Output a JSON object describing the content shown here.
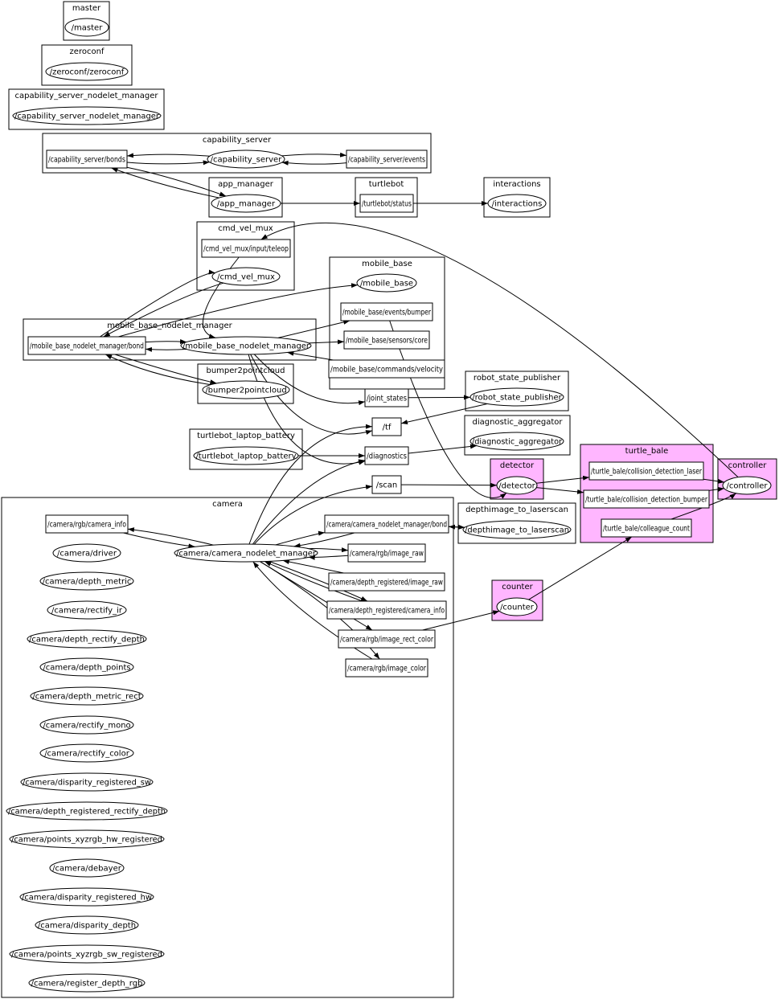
{
  "clusters": [
    {
      "id": "master",
      "label": "master",
      "highlight": false
    },
    {
      "id": "zeroconf",
      "label": "zeroconf",
      "highlight": false
    },
    {
      "id": "capability_server_nodelet_manager",
      "label": "capability_server_nodelet_manager",
      "highlight": false
    },
    {
      "id": "capability_server",
      "label": "capability_server",
      "highlight": false
    },
    {
      "id": "app_manager",
      "label": "app_manager",
      "highlight": false
    },
    {
      "id": "turtlebot",
      "label": "turtlebot",
      "highlight": false
    },
    {
      "id": "interactions",
      "label": "interactions",
      "highlight": false
    },
    {
      "id": "cmd_vel_mux",
      "label": "cmd_vel_mux",
      "highlight": false
    },
    {
      "id": "mobile_base",
      "label": "mobile_base",
      "highlight": false
    },
    {
      "id": "mobile_base_nodelet_manager",
      "label": "mobile_base_nodelet_manager",
      "highlight": false
    },
    {
      "id": "bumper2pointcloud",
      "label": "bumper2pointcloud",
      "highlight": false
    },
    {
      "id": "robot_state_publisher",
      "label": "robot_state_publisher",
      "highlight": false
    },
    {
      "id": "diagnostic_aggregator",
      "label": "diagnostic_aggregator",
      "highlight": false
    },
    {
      "id": "turtlebot_laptop_battery",
      "label": "turtlebot_laptop_battery",
      "highlight": false
    },
    {
      "id": "turtle_bale",
      "label": "turtle_bale",
      "highlight": true
    },
    {
      "id": "controller",
      "label": "controller",
      "highlight": true
    },
    {
      "id": "detector",
      "label": "detector",
      "highlight": true
    },
    {
      "id": "camera",
      "label": "camera",
      "highlight": false
    },
    {
      "id": "depthimage_to_laserscan",
      "label": "depthimage_to_laserscan",
      "highlight": false
    },
    {
      "id": "counter",
      "label": "counter",
      "highlight": true
    }
  ],
  "nodes": [
    {
      "id": "master",
      "label": "/master",
      "shape": "ellipse"
    },
    {
      "id": "zeroconf",
      "label": "/zeroconf/zeroconf",
      "shape": "ellipse"
    },
    {
      "id": "csnm",
      "label": "/capability_server_nodelet_manager",
      "shape": "ellipse"
    },
    {
      "id": "cs_bonds",
      "label": "/capability_server/bonds",
      "shape": "box"
    },
    {
      "id": "cs",
      "label": "/capability_server",
      "shape": "ellipse"
    },
    {
      "id": "cs_events",
      "label": "/capability_server/events",
      "shape": "box"
    },
    {
      "id": "app_manager",
      "label": "/app_manager",
      "shape": "ellipse"
    },
    {
      "id": "tb_status",
      "label": "/turtlebot/status",
      "shape": "box"
    },
    {
      "id": "interactions",
      "label": "/interactions",
      "shape": "ellipse"
    },
    {
      "id": "cvm_teleop",
      "label": "/cmd_vel_mux/input/teleop",
      "shape": "box"
    },
    {
      "id": "cvm",
      "label": "/cmd_vel_mux",
      "shape": "ellipse"
    },
    {
      "id": "mobile_base",
      "label": "/mobile_base",
      "shape": "ellipse"
    },
    {
      "id": "mb_bumper",
      "label": "/mobile_base/events/bumper",
      "shape": "box"
    },
    {
      "id": "mb_core",
      "label": "/mobile_base/sensors/core",
      "shape": "box"
    },
    {
      "id": "mb_vel",
      "label": "/mobile_base/commands/velocity",
      "shape": "box"
    },
    {
      "id": "mbnm_bond",
      "label": "/mobile_base_nodelet_manager/bond",
      "shape": "box"
    },
    {
      "id": "mbnm",
      "label": "/mobile_base_nodelet_manager",
      "shape": "ellipse"
    },
    {
      "id": "b2pc",
      "label": "/bumper2pointcloud",
      "shape": "ellipse"
    },
    {
      "id": "joint_states",
      "label": "/joint_states",
      "shape": "box"
    },
    {
      "id": "rsp",
      "label": "/robot_state_publisher",
      "shape": "ellipse"
    },
    {
      "id": "tf",
      "label": "/tf",
      "shape": "box"
    },
    {
      "id": "diag_agg",
      "label": "/diagnostic_aggregator",
      "shape": "ellipse"
    },
    {
      "id": "tlb",
      "label": "/turtlebot_laptop_battery",
      "shape": "ellipse"
    },
    {
      "id": "diagnostics",
      "label": "/diagnostics",
      "shape": "box"
    },
    {
      "id": "scan",
      "label": "/scan",
      "shape": "box"
    },
    {
      "id": "tb_cdl",
      "label": "/turtle_bale/collision_detection_laser",
      "shape": "box"
    },
    {
      "id": "tb_cdb",
      "label": "/turtle_bale/collision_detection_bumper",
      "shape": "box"
    },
    {
      "id": "tb_cc",
      "label": "/turtle_bale/colleague_count",
      "shape": "box"
    },
    {
      "id": "controller",
      "label": "/controller",
      "shape": "ellipse"
    },
    {
      "id": "detector",
      "label": "/detector",
      "shape": "ellipse"
    },
    {
      "id": "d2l",
      "label": "/depthimage_to_laserscan",
      "shape": "ellipse"
    },
    {
      "id": "counter",
      "label": "/counter",
      "shape": "ellipse"
    },
    {
      "id": "cam_info",
      "label": "/camera/rgb/camera_info",
      "shape": "box"
    },
    {
      "id": "cam_cnm_bond",
      "label": "/camera/camera_nodelet_manager/bond",
      "shape": "box"
    },
    {
      "id": "cam_cnm",
      "label": "/camera/camera_nodelet_manager",
      "shape": "ellipse"
    },
    {
      "id": "cam_raw",
      "label": "/camera/rgb/image_raw",
      "shape": "box"
    },
    {
      "id": "cam_dr_raw",
      "label": "/camera/depth_registered/image_raw",
      "shape": "box"
    },
    {
      "id": "cam_dr_info",
      "label": "/camera/depth_registered/camera_info",
      "shape": "box"
    },
    {
      "id": "cam_rect_color",
      "label": "/camera/rgb/image_rect_color",
      "shape": "box"
    },
    {
      "id": "cam_color",
      "label": "/camera/rgb/image_color",
      "shape": "box"
    },
    {
      "id": "cam_driver",
      "label": "/camera/driver",
      "shape": "ellipse"
    },
    {
      "id": "cam_depth_metric",
      "label": "/camera/depth_metric",
      "shape": "ellipse"
    },
    {
      "id": "cam_rectify_ir",
      "label": "/camera/rectify_ir",
      "shape": "ellipse"
    },
    {
      "id": "cam_depth_rectify_depth",
      "label": "/camera/depth_rectify_depth",
      "shape": "ellipse"
    },
    {
      "id": "cam_depth_points",
      "label": "/camera/depth_points",
      "shape": "ellipse"
    },
    {
      "id": "cam_depth_metric_rect",
      "label": "/camera/depth_metric_rect",
      "shape": "ellipse"
    },
    {
      "id": "cam_rectify_mono",
      "label": "/camera/rectify_mono",
      "shape": "ellipse"
    },
    {
      "id": "cam_rectify_color",
      "label": "/camera/rectify_color",
      "shape": "ellipse"
    },
    {
      "id": "cam_disp_reg_sw",
      "label": "/camera/disparity_registered_sw",
      "shape": "ellipse"
    },
    {
      "id": "cam_dr_rectify_depth",
      "label": "/camera/depth_registered_rectify_depth",
      "shape": "ellipse"
    },
    {
      "id": "cam_pts_hw",
      "label": "/camera/points_xyzrgb_hw_registered",
      "shape": "ellipse"
    },
    {
      "id": "cam_debayer",
      "label": "/camera/debayer",
      "shape": "ellipse"
    },
    {
      "id": "cam_disp_reg_hw",
      "label": "/camera/disparity_registered_hw",
      "shape": "ellipse"
    },
    {
      "id": "cam_disp_depth",
      "label": "/camera/disparity_depth",
      "shape": "ellipse"
    },
    {
      "id": "cam_pts_sw",
      "label": "/camera/points_xyzrgb_sw_registered",
      "shape": "ellipse"
    },
    {
      "id": "cam_reg_depth_rgb",
      "label": "/camera/register_depth_rgb",
      "shape": "ellipse"
    }
  ],
  "edges": [
    {
      "from": "cs",
      "to": "cs_bonds"
    },
    {
      "from": "cs_bonds",
      "to": "cs"
    },
    {
      "from": "cs",
      "to": "cs_events"
    },
    {
      "from": "cs_events",
      "to": "cs"
    },
    {
      "from": "cs_bonds",
      "to": "app_manager"
    },
    {
      "from": "app_manager",
      "to": "cs_bonds"
    },
    {
      "from": "app_manager",
      "to": "tb_status"
    },
    {
      "from": "tb_status",
      "to": "interactions"
    },
    {
      "from": "controller",
      "to": "cvm_teleop"
    },
    {
      "from": "cvm_teleop",
      "to": "mbnm"
    },
    {
      "from": "mbnm_bond",
      "to": "cvm"
    },
    {
      "from": "cvm",
      "to": "mbnm_bond"
    },
    {
      "from": "mbnm_bond",
      "to": "mobile_base"
    },
    {
      "from": "mbnm",
      "to": "mbnm_bond"
    },
    {
      "from": "mbnm_bond",
      "to": "mbnm"
    },
    {
      "from": "mbnm",
      "to": "mb_bumper"
    },
    {
      "from": "mbnm",
      "to": "mb_core"
    },
    {
      "from": "mb_vel",
      "to": "mbnm"
    },
    {
      "from": "mbnm_bond",
      "to": "b2pc"
    },
    {
      "from": "b2pc",
      "to": "mbnm_bond"
    },
    {
      "from": "mbnm",
      "to": "joint_states"
    },
    {
      "from": "mbnm",
      "to": "tf"
    },
    {
      "from": "mbnm",
      "to": "diagnostics"
    },
    {
      "from": "joint_states",
      "to": "rsp"
    },
    {
      "from": "rsp",
      "to": "tf"
    },
    {
      "from": "diagnostics",
      "to": "diag_agg"
    },
    {
      "from": "tlb",
      "to": "diagnostics"
    },
    {
      "from": "mb_bumper",
      "to": "detector"
    },
    {
      "from": "scan",
      "to": "detector"
    },
    {
      "from": "detector",
      "to": "tb_cdl"
    },
    {
      "from": "detector",
      "to": "tb_cdb"
    },
    {
      "from": "tb_cdl",
      "to": "controller"
    },
    {
      "from": "tb_cdb",
      "to": "controller"
    },
    {
      "from": "tb_cc",
      "to": "controller"
    },
    {
      "from": "counter",
      "to": "tb_cc"
    },
    {
      "from": "cam_cnm",
      "to": "cam_info"
    },
    {
      "from": "cam_info",
      "to": "cam_cnm"
    },
    {
      "from": "cam_cnm",
      "to": "cam_cnm_bond"
    },
    {
      "from": "cam_cnm_bond",
      "to": "cam_cnm"
    },
    {
      "from": "cam_cnm_bond",
      "to": "d2l"
    },
    {
      "from": "d2l",
      "to": "cam_cnm_bond"
    },
    {
      "from": "cam_cnm",
      "to": "cam_raw"
    },
    {
      "from": "cam_raw",
      "to": "cam_cnm"
    },
    {
      "from": "cam_dr_raw",
      "to": "cam_cnm"
    },
    {
      "from": "cam_cnm",
      "to": "cam_dr_info"
    },
    {
      "from": "cam_dr_info",
      "to": "cam_cnm"
    },
    {
      "from": "cam_cnm",
      "to": "cam_rect_color"
    },
    {
      "from": "cam_rect_color",
      "to": "counter"
    },
    {
      "from": "cam_cnm",
      "to": "cam_color"
    },
    {
      "from": "cam_color",
      "to": "cam_cnm"
    },
    {
      "from": "cam_cnm",
      "to": "diagnostics"
    },
    {
      "from": "cam_cnm",
      "to": "tf"
    },
    {
      "from": "cam_cnm",
      "to": "scan"
    }
  ]
}
